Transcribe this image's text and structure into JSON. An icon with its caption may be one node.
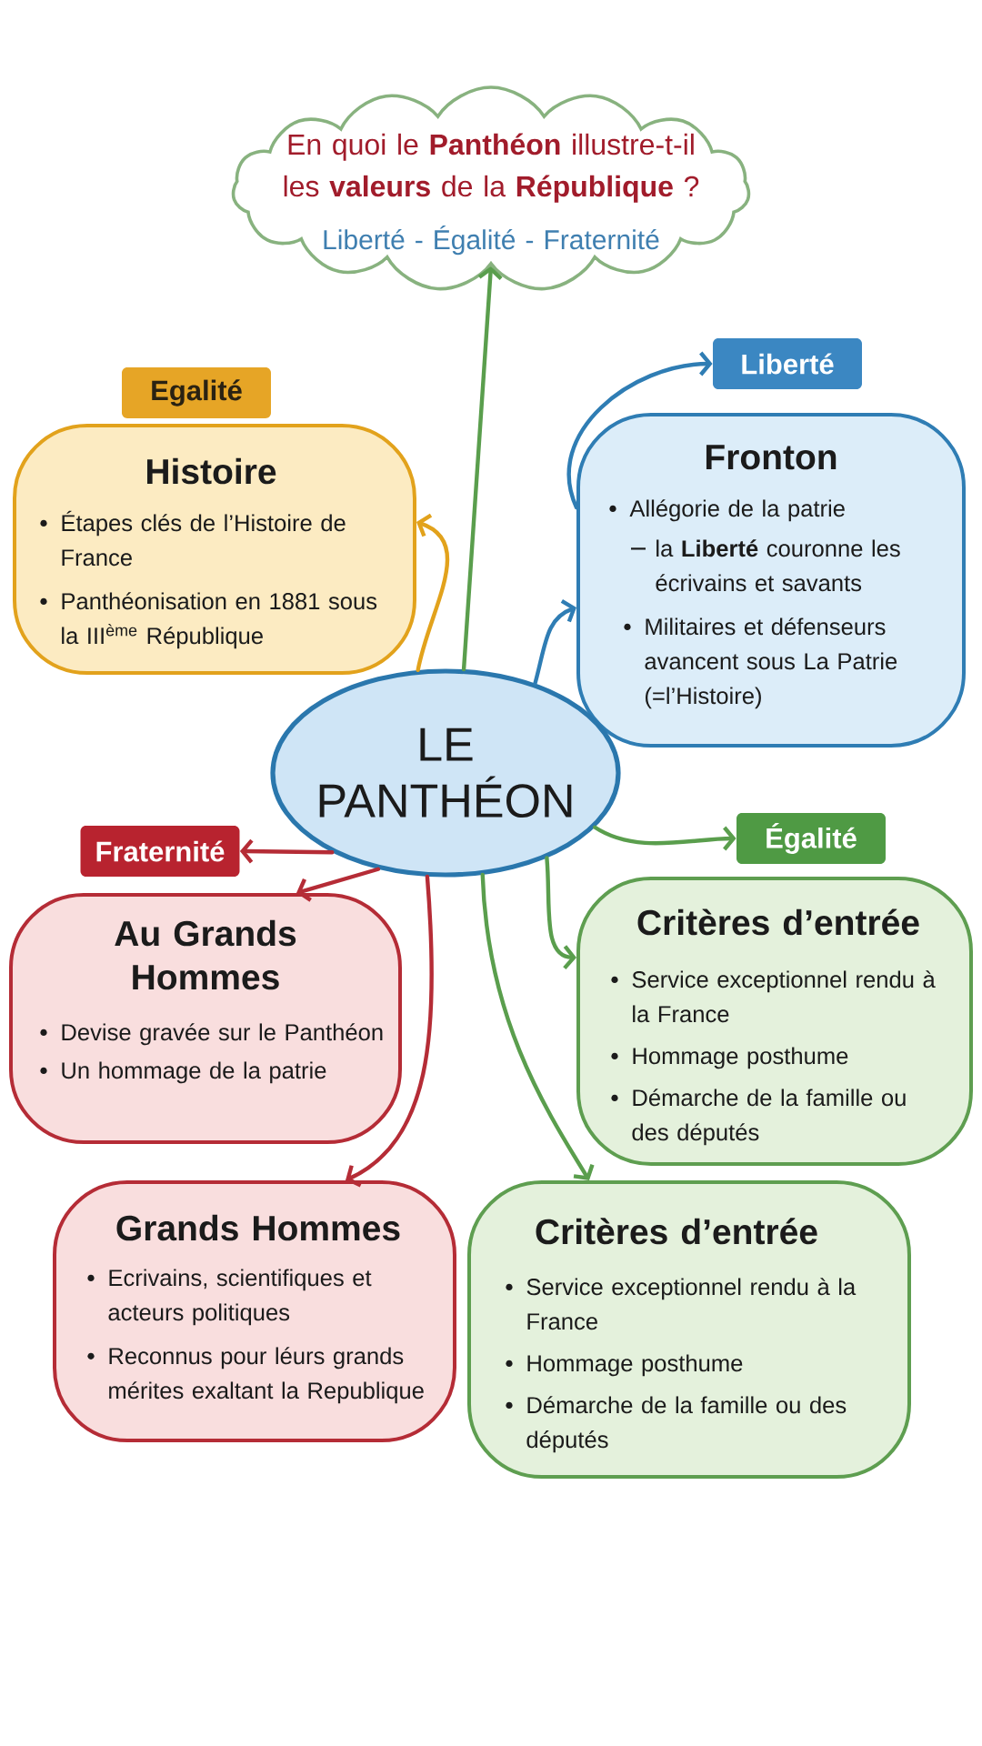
{
  "diagram": {
    "nodes": [
      {
        "text": [
          "En quoi le **Panthéon** illustre-t-il les **valeurs** de la **République** ?",
          "Liberté - Égalité - Fraternité"
        ]
      },
      {
        "text": [
          "Liberté"
        ]
      },
      {
        "text": [
          "Egalité"
        ]
      },
      {
        "text": [
          "Histoire",
          "Étapes clés de l’Histoire de France",
          "Panthéonisation en 1881 sous la III$^{ème}$ République"
        ]
      },
      {
        "text": [
          "Fronton",
          "Allégorie de la patrie",
          "la **Liberté** couronne les écrivains et savants",
          "Militaires et défenseurs avancent sous La Patrie (=l’Histoire)"
        ]
      },
      {
        "text": [
          "LE PANTHÉON"
        ]
      },
      {
        "text": [
          "Fraternité"
        ]
      },
      {
        "text": [
          "Égalité"
        ]
      },
      {
        "text": [
          "Au Grands Hommes",
          "Devise gravée sur le Panthéon",
          "Un hommage de la patrie"
        ]
      },
      {
        "text": [
          "Critères d’entrée",
          "Service exceptionnel rendu à la France",
          "Hommage posthume",
          "Démarche de la famille ou des députés"
        ]
      },
      {
        "text": [
          "Grands Hommes",
          "Ecrivains, scientifiques et acteurs politiques",
          "Reconnus pour léurs grands mérites exaltant la Republique"
        ]
      },
      {
        "text": [
          "Critères d’entrée",
          "Service exceptionnel rendu à la France",
          "Hommage posthume",
          "Démarche de la famille ou des députés"
        ]
      }
    ],
    "edges": [
      {
        "from": 5,
        "to": 0,
        "arrow": "to"
      },
      {
        "from": 5,
        "to": 3,
        "arrow": "to",
        "color": "#e2a21c"
      },
      {
        "from": 5,
        "to": 4,
        "arrow": "to",
        "color": "#2f7db4"
      },
      {
        "from": 4,
        "to": 1,
        "arrow": "to",
        "color": "#2f7db4"
      },
      {
        "from": 5,
        "to": 6,
        "arrow": "to",
        "color": "#b52c36"
      },
      {
        "from": 5,
        "to": 8,
        "arrow": "to",
        "color": "#b52c36"
      },
      {
        "from": 5,
        "to": 10,
        "arrow": "to",
        "color": "#b52c36"
      },
      {
        "from": 5,
        "to": 7,
        "arrow": "to"
      },
      {
        "from": 5,
        "to": 9,
        "arrow": "to"
      },
      {
        "from": 5,
        "to": 11,
        "arrow": "to"
      }
    ]
  }
}
